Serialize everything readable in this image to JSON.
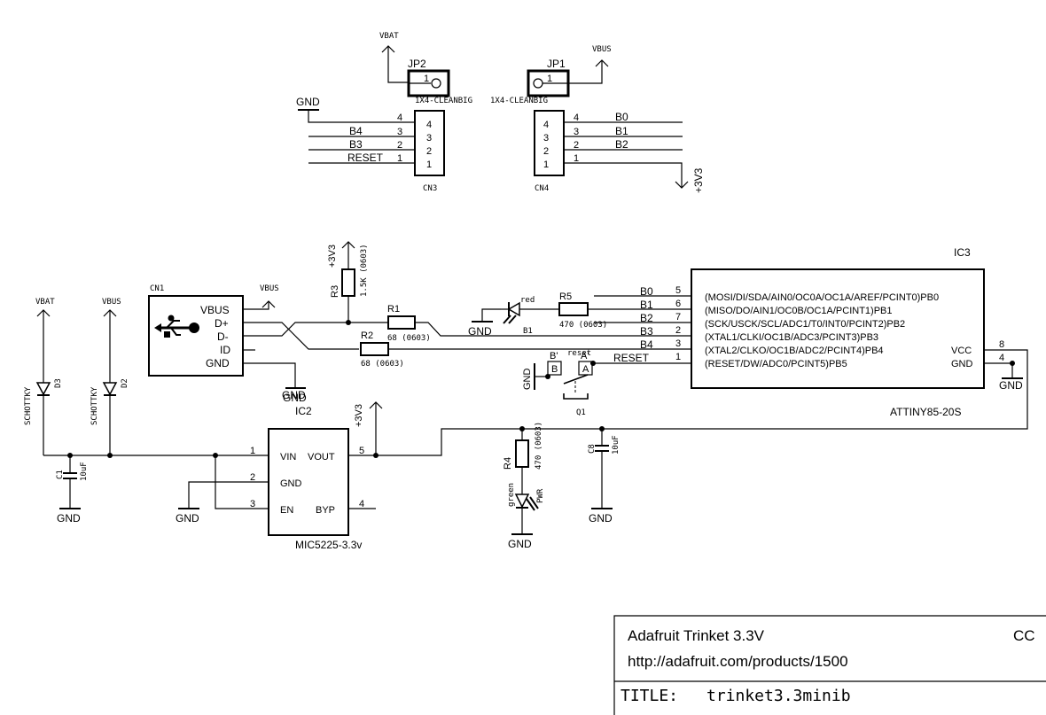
{
  "title_block": {
    "line1": "Adafruit Trinket 3.3V",
    "line2": "http://adafruit.com/products/1500",
    "license": "CC",
    "title_label": "TITLE:",
    "title_value": "trinket3.3minib"
  },
  "nets": {
    "vbat": "VBAT",
    "vbus": "VBUS",
    "gnd": "GND",
    "v33": "+3V3",
    "reset": "RESET",
    "b0": "B0",
    "b1": "B1",
    "b2": "B2",
    "b3": "B3",
    "b4": "B4"
  },
  "jumpers": {
    "jp2": {
      "ref": "JP2",
      "pin": "1",
      "package": "1X4-CLEANBIG"
    },
    "jp1": {
      "ref": "JP1",
      "pin": "1",
      "package": "1X4-CLEANBIG"
    }
  },
  "cn3": {
    "ref": "CN3",
    "pins": [
      "4",
      "3",
      "2",
      "1"
    ]
  },
  "cn4": {
    "ref": "CN4",
    "pins": [
      "4",
      "3",
      "2",
      "1"
    ]
  },
  "cn1": {
    "ref": "CN1",
    "pins": [
      "VBUS",
      "D+",
      "D-",
      "ID",
      "GND"
    ]
  },
  "r1": {
    "ref": "R1",
    "value": "68 (0603)"
  },
  "r2": {
    "ref": "R2",
    "value": "68 (0603)"
  },
  "r3": {
    "ref": "R3",
    "value": "1.5K (0603)"
  },
  "r4": {
    "ref": "R4",
    "value": "470 (0603)"
  },
  "r5": {
    "ref": "R5",
    "value": "470 (0603)"
  },
  "c1": {
    "ref": "C1",
    "value": "10uF"
  },
  "c8": {
    "ref": "C8",
    "value": "10uF"
  },
  "d2": {
    "ref": "D2",
    "type": "SCHOTTKY"
  },
  "d3": {
    "ref": "D3",
    "type": "SCHOTTKY"
  },
  "led_b1": {
    "ref": "B1",
    "color": "red"
  },
  "led_pwr": {
    "ref": "PWR",
    "color": "green"
  },
  "q1": {
    "ref": "Q1",
    "label": "reset",
    "a": "A",
    "a_prime": "A'",
    "b": "B",
    "b_prime": "B'"
  },
  "ic2": {
    "ref": "IC2",
    "part": "MIC5225-3.3v",
    "top_label": "GND",
    "pins_left": [
      {
        "num": "1",
        "name": "VIN"
      },
      {
        "num": "2",
        "name": "GND"
      },
      {
        "num": "3",
        "name": "EN"
      }
    ],
    "pins_right": [
      {
        "num": "5",
        "name": "VOUT"
      },
      {
        "num": "4",
        "name": "BYP"
      }
    ]
  },
  "ic3": {
    "ref": "IC3",
    "part": "ATTINY85-20S",
    "pins_left": [
      {
        "num": "5",
        "net": "B0",
        "name": "(MOSI/DI/SDA/AIN0/OC0A/OC1A/AREF/PCINT0)PB0"
      },
      {
        "num": "6",
        "net": "B1",
        "name": "(MISO/DO/AIN1/OC0B/OC1A/PCINT1)PB1"
      },
      {
        "num": "7",
        "net": "B2",
        "name": "(SCK/USCK/SCL/ADC1/T0/INT0/PCINT2)PB2"
      },
      {
        "num": "2",
        "net": "B3",
        "name": "(XTAL1/CLKI/OC1B/ADC3/PCINT3)PB3"
      },
      {
        "num": "3",
        "net": "B4",
        "name": "(XTAL2/CLKO/OC1B/ADC2/PCINT4)PB4"
      },
      {
        "num": "1",
        "net": "RESET",
        "name": "(RESET/DW/ADC0/PCINT5)PB5"
      }
    ],
    "pins_right": [
      {
        "num": "8",
        "name": "VCC"
      },
      {
        "num": "4",
        "name": "GND"
      }
    ]
  }
}
